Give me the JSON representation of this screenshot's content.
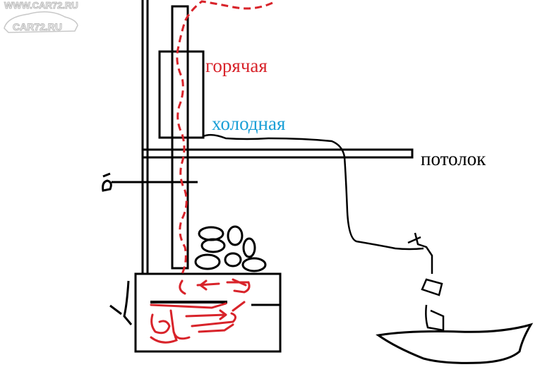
{
  "watermark": {
    "line1": "WWW.CAR72.RU",
    "line2": "CAR72.RU"
  },
  "labels": {
    "hot": "горячая",
    "cold": "холодная",
    "ceiling": "потолок"
  },
  "colors": {
    "hot": "#d8232a",
    "cold": "#1a9fd6",
    "ink": "#000000",
    "ceiling_label": "#000000",
    "watermark": "#b8b8b8"
  }
}
